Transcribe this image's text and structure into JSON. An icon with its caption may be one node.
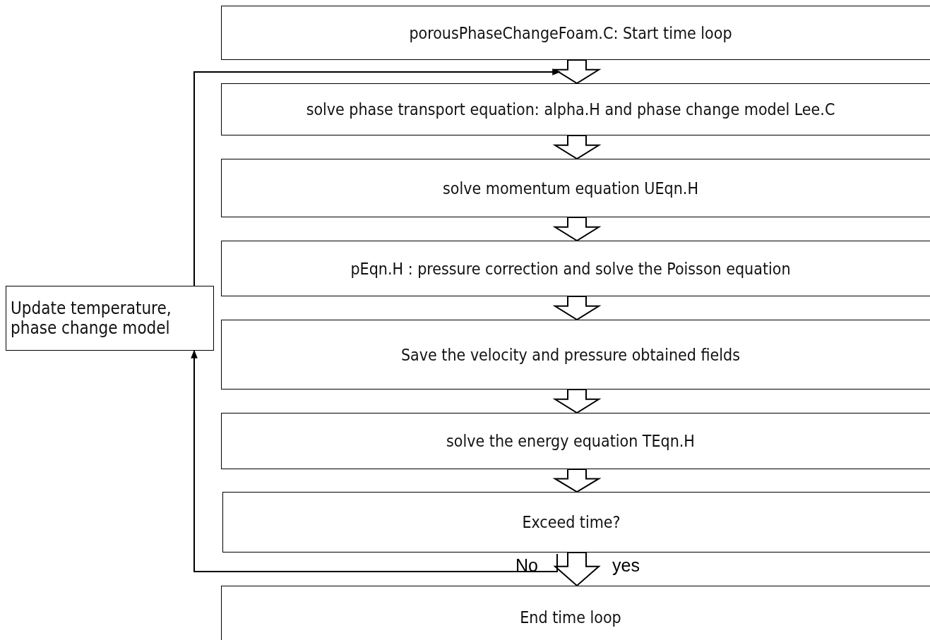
{
  "diagram": {
    "nodes": [
      {
        "text": [
          "porousPhaseChangeFoam.C:   Start time loop"
        ]
      },
      {
        "text": [
          "solve phase transport equation: alpha.H and phase change model Lee.C"
        ]
      },
      {
        "text": [
          "solve momentum equation UEqn.H"
        ]
      },
      {
        "text": [
          "pEqn.H : pressure correction  and solve the Poisson equation"
        ]
      },
      {
        "text": [
          "Save the velocity and pressure obtained fields"
        ]
      },
      {
        "text": [
          "solve the energy equation TEqn.H"
        ]
      },
      {
        "text": [
          "Exceed time?"
        ]
      },
      {
        "text": [
          "End time loop"
        ]
      },
      {
        "text": [
          "Update temperature, phase change model"
        ]
      }
    ],
    "edges": [
      {
        "from": 0,
        "to": 1,
        "arrow": "to",
        "style": "thick"
      },
      {
        "from": 1,
        "to": 2,
        "arrow": "to",
        "style": "thick"
      },
      {
        "from": 2,
        "to": 3,
        "arrow": "to",
        "style": "thick"
      },
      {
        "from": 3,
        "to": 4,
        "arrow": "to",
        "style": "thick"
      },
      {
        "from": 4,
        "to": 5,
        "arrow": "to",
        "style": "thick"
      },
      {
        "from": 5,
        "to": 6,
        "arrow": "to",
        "style": "thick"
      },
      {
        "from": 6,
        "to": 7,
        "label": "yes",
        "arrow": "to",
        "style": "thick"
      },
      {
        "from": 6,
        "to": 8,
        "label": "No",
        "arrow": "to"
      },
      {
        "from": 8,
        "to": 1,
        "arrow": "to"
      }
    ]
  }
}
